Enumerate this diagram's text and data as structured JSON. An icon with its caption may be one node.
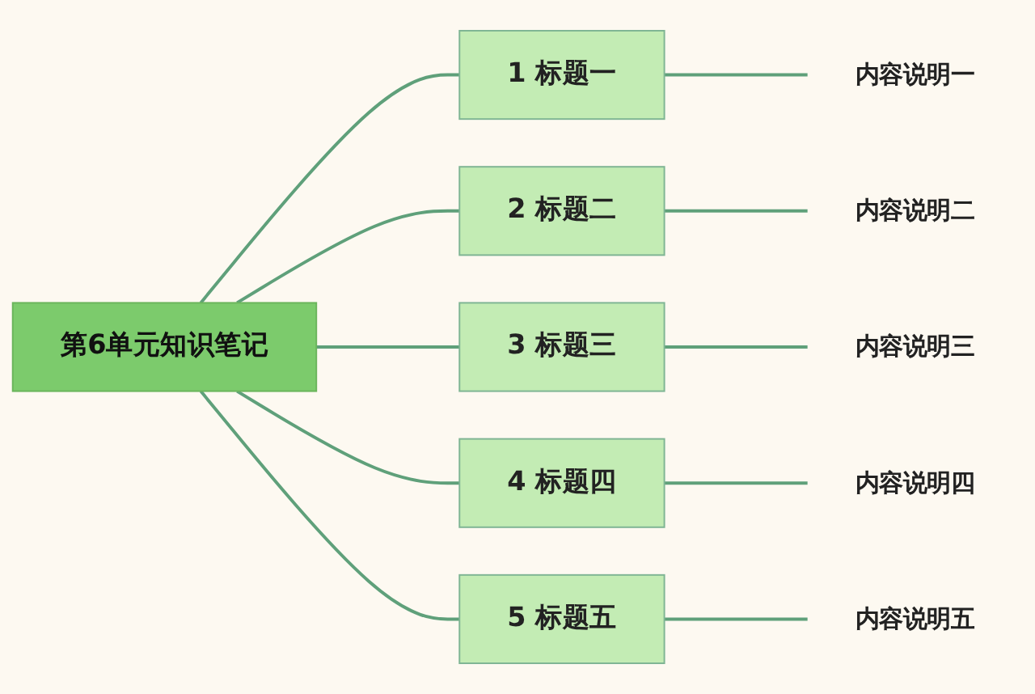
{
  "diagram": {
    "nodes": [
      {
        "text": [
          "第6单元知识笔记"
        ]
      },
      {
        "text": [
          "1",
          "标题一"
        ]
      },
      {
        "text": [
          "内容说明一"
        ]
      },
      {
        "text": [
          "2",
          "标题二"
        ]
      },
      {
        "text": [
          "内容说明二"
        ]
      },
      {
        "text": [
          "3",
          "标题三"
        ]
      },
      {
        "text": [
          "内容说明三"
        ]
      },
      {
        "text": [
          "4",
          "标题四"
        ]
      },
      {
        "text": [
          "内容说明四"
        ]
      },
      {
        "text": [
          "5",
          "标题五"
        ]
      },
      {
        "text": [
          "内容说明五"
        ]
      }
    ],
    "edges": [
      {
        "from": 0,
        "to": 1,
        "arrow": "none"
      },
      {
        "from": 1,
        "to": 2,
        "arrow": "none"
      },
      {
        "from": 0,
        "to": 3,
        "arrow": "none"
      },
      {
        "from": 3,
        "to": 4,
        "arrow": "none"
      },
      {
        "from": 0,
        "to": 5,
        "arrow": "none"
      },
      {
        "from": 5,
        "to": 6,
        "arrow": "none"
      },
      {
        "from": 0,
        "to": 7,
        "arrow": "none"
      },
      {
        "from": 7,
        "to": 8,
        "arrow": "none"
      },
      {
        "from": 0,
        "to": 9,
        "arrow": "none"
      },
      {
        "from": 9,
        "to": 10,
        "arrow": "none"
      }
    ]
  }
}
